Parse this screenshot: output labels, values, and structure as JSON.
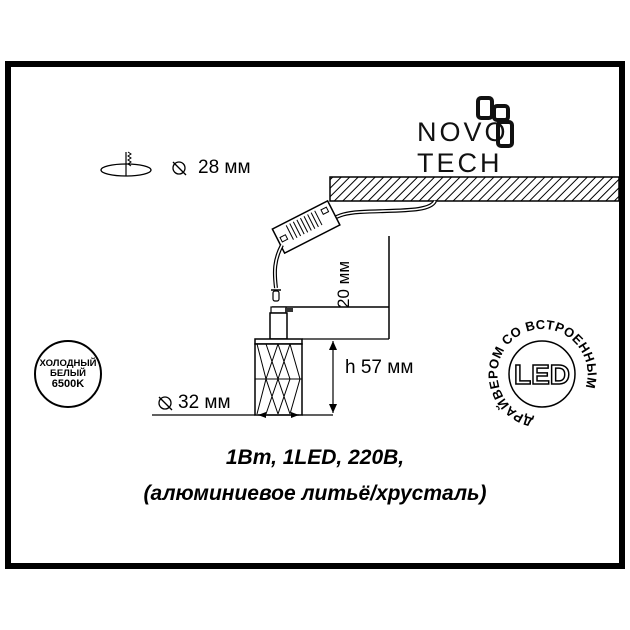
{
  "brand": {
    "name": "NOVOTECH",
    "prefix": "NOVO",
    "suffix": "TECH"
  },
  "cutout": {
    "icon": "ceiling-cutout-icon",
    "diameter_symbol": "⌀",
    "label": "28 мм"
  },
  "dimensions": {
    "height_mount": "20 мм",
    "height_body": "h 57 мм",
    "diameter_body": "32 мм"
  },
  "color_badge": {
    "line1": "ХОЛОДНЫЙ",
    "line2": "БЕЛЫЙ",
    "line3": "6500K"
  },
  "led_badge": {
    "center": "LED",
    "ring_text": "ДРАЙВЕРОМ СО ВСТРОЕННЫМ"
  },
  "specs": {
    "line1": "1Вт, 1LED, 220В,",
    "line2": "(алюминиевое литьё/хрусталь)"
  },
  "colors": {
    "ink": "#000000",
    "background": "#ffffff"
  }
}
